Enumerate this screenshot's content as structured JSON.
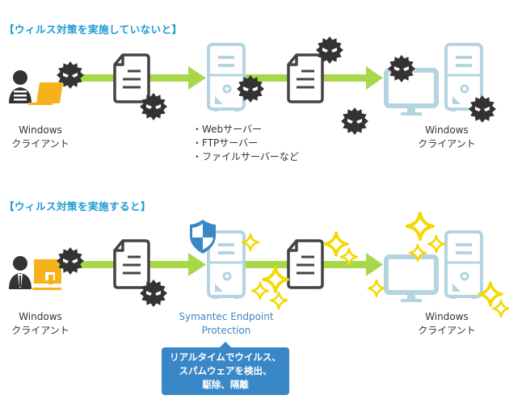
{
  "sections": [
    {
      "heading": "【ウィルス対策を実施していないと】",
      "client_label_1": "Windows",
      "client_label_2": "クライアント",
      "server_list": [
        "・Webサーバー",
        "・FTPサーバー",
        "・ファイルサーバーなど"
      ],
      "dest_label_1": "Windows",
      "dest_label_2": "クライアント"
    },
    {
      "heading": "【ウィルス対策を実施すると】",
      "client_label_1": "Windows",
      "client_label_2": "クライアント",
      "server_label_1": "Symantec Endpoint",
      "server_label_2": "Protection",
      "callout_lines": [
        "リアルタイムでウイルス、",
        "スパムウェアを検出、",
        "駆除、隔離"
      ],
      "dest_label_1": "Windows",
      "dest_label_2": "クライアント"
    }
  ],
  "colors": {
    "heading": "#1a9ad6",
    "arrow": "#a8d84a",
    "device": "#b3d4e0",
    "virus": "#333333",
    "laptop": "#f6b21b",
    "shield": "#3a87c8",
    "sparkle": "#f5d800",
    "callout": "#3a87c8",
    "product_label": "#3b86c6"
  }
}
